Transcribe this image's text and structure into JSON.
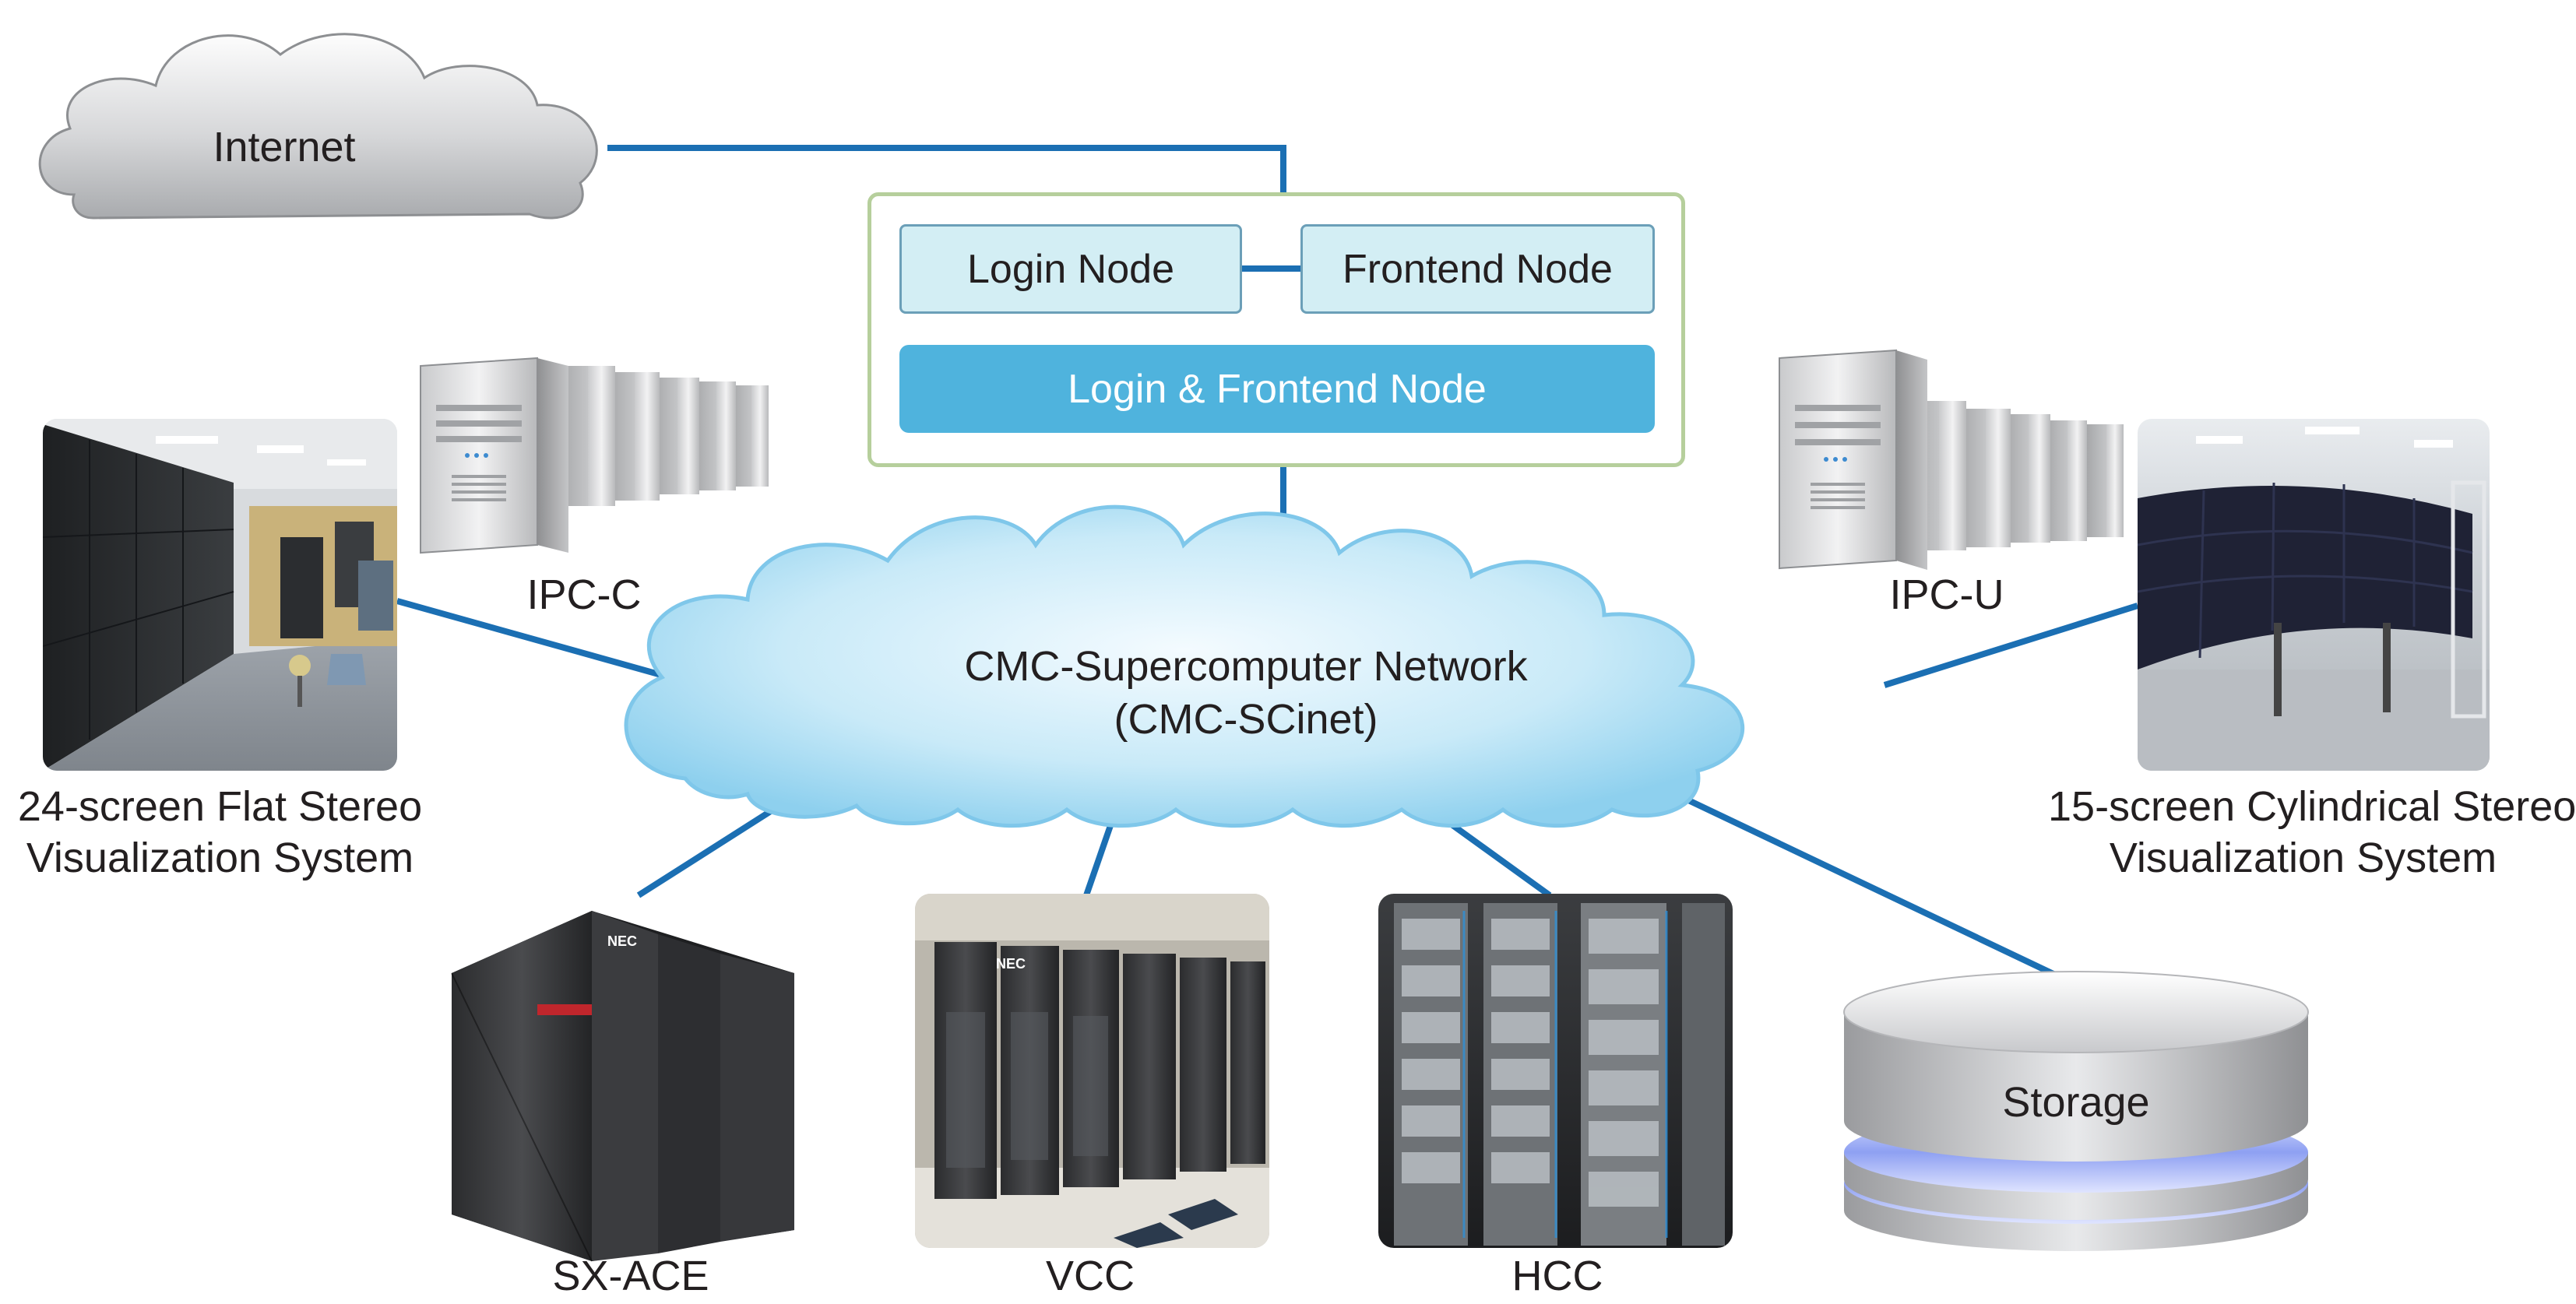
{
  "internet": {
    "label": "Internet"
  },
  "login_group": {
    "login_node": "Login Node",
    "frontend_node": "Frontend Node",
    "combined_node": "Login & Frontend Node"
  },
  "network": {
    "line1": "CMC-Supercomputer Network",
    "line2": "(CMC-SCinet)"
  },
  "ipc_c": {
    "label": "IPC-C"
  },
  "ipc_u": {
    "label": "IPC-U"
  },
  "flat_viz": {
    "line1": "24-screen Flat Stereo",
    "line2": "Visualization System"
  },
  "cyl_viz": {
    "line1": "15-screen Cylindrical Stereo",
    "line2": "Visualization System"
  },
  "sx_ace": {
    "label": "SX-ACE",
    "brand": "NEC"
  },
  "vcc": {
    "label": "VCC",
    "brand": "NEC"
  },
  "hcc": {
    "label": "HCC"
  },
  "storage": {
    "label": "Storage"
  },
  "colors": {
    "link": "#1b6fb3",
    "panel_border": "#b6cf9c",
    "node_fill": "#d3eef4",
    "node_accent": "#4fb3dd",
    "cloud_blue": "#bfe5f6"
  }
}
